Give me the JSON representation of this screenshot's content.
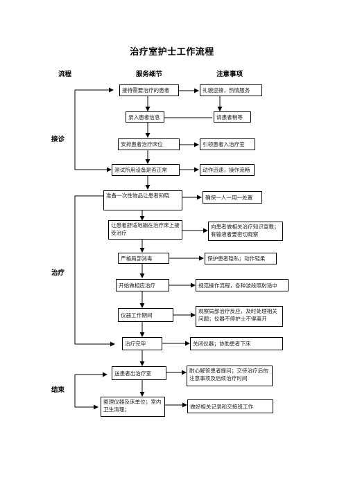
{
  "title": "治疗室护士工作流程",
  "headers": {
    "flow": "流程",
    "service": "服务细节",
    "notes": "注意事项"
  },
  "stages": {
    "intake": "接诊",
    "treatment": "治疗",
    "end": "结束"
  },
  "steps": [
    {
      "service": "接待需要治疗的患者",
      "note": "礼貌迎接，热情服务"
    },
    {
      "service": "录入患者信息",
      "note": "请患者稍等"
    },
    {
      "service": "安排患者治疗床位",
      "note": "引领患者入治疗室"
    },
    {
      "service": "测试所用设备是否正常",
      "note": "动作迅速，操作流畅"
    },
    {
      "service": "准备一次性物品让患者知晓",
      "note": "确保一人一用一处置"
    },
    {
      "service": "让患者舒适地躺在治疗床上接受治疗",
      "note": "向患者做相关治疗知识宣教；有输液者要密切观察"
    },
    {
      "service": "严格局部消毒",
      "note": "保护患者隐私；动作轻柔"
    },
    {
      "service": "开始做相应治疗",
      "note": "规范操作流程，各种波段照射适中"
    },
    {
      "service": "仪器工作期间",
      "note": "观察局部治疗反应，及时处理相关问题；仪器不停护士不得离开"
    },
    {
      "service": "治疗完毕",
      "note": "关闭仪器；协助患者下床"
    },
    {
      "service": "送患者出治疗室",
      "note": "耐心解答患者提问；交待治疗后的注意事项及后续治疗时间"
    },
    {
      "service": "整理仪器及床单位；室内卫生清理；",
      "note": "做好相关记录和交接班工作"
    }
  ]
}
